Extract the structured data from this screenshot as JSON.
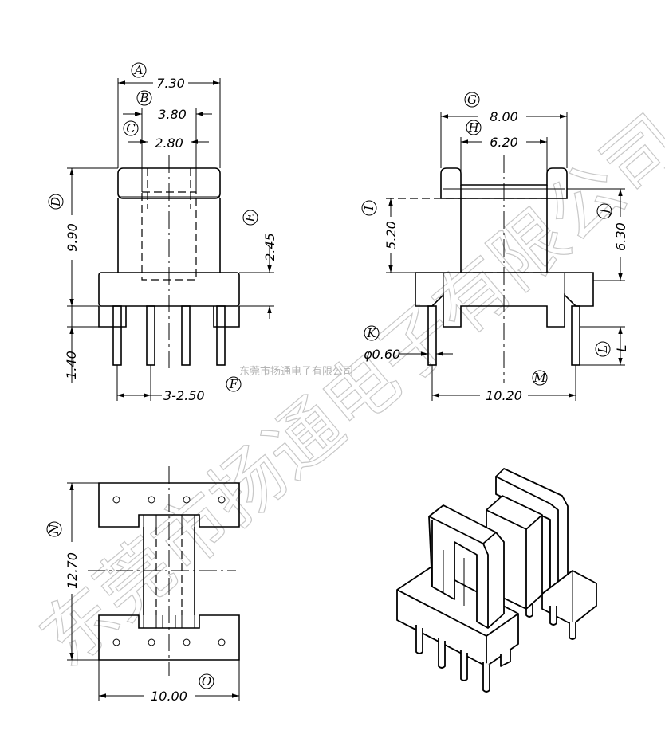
{
  "watermark": {
    "large_text": "东莞市扬通电子有限公司",
    "small_text": "东莞市扬通电子有限公司"
  },
  "front_view": {
    "dims": {
      "A": {
        "label": "A",
        "value": "7.30"
      },
      "B": {
        "label": "B",
        "value": "3.80"
      },
      "C": {
        "label": "C",
        "value": "2.80"
      },
      "D": {
        "label": "D",
        "value": "9.90"
      },
      "E": {
        "label": "E",
        "value": "2.45"
      },
      "F": {
        "label": "F",
        "value": "3-2.50"
      },
      "pin_length": {
        "value": "1.40"
      }
    }
  },
  "side_view": {
    "dims": {
      "G": {
        "label": "G",
        "value": "8.00"
      },
      "H": {
        "label": "H",
        "value": "6.20"
      },
      "I": {
        "label": "I",
        "value": "5.20"
      },
      "J": {
        "label": "J",
        "value": "6.30"
      },
      "K": {
        "label": "K",
        "value": "φ0.60"
      },
      "L": {
        "label": "L",
        "value": "L"
      },
      "M": {
        "label": "M",
        "value": "10.20"
      }
    }
  },
  "bottom_view": {
    "dims": {
      "N": {
        "label": "N",
        "value": "12.70"
      },
      "O": {
        "label": "O",
        "value": "10.00"
      }
    }
  }
}
